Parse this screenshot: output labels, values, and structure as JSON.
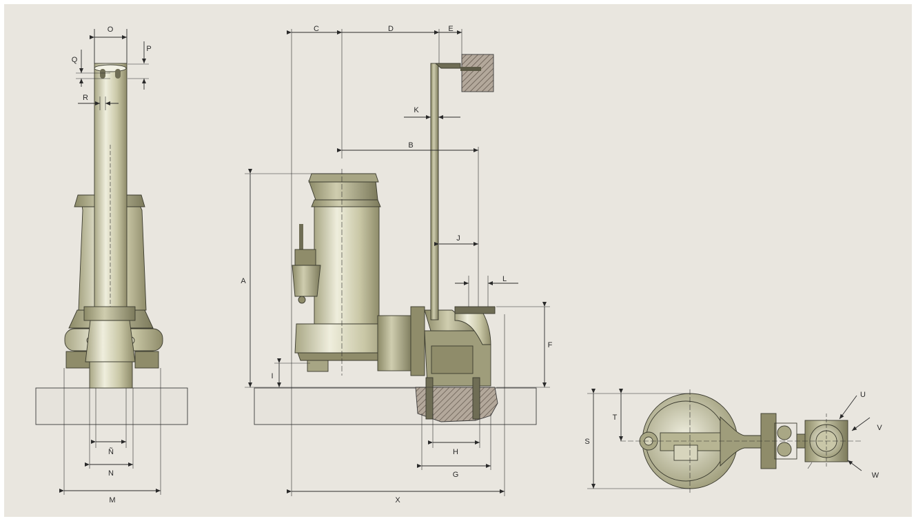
{
  "colors": {
    "background": "#e9e6df",
    "pump_body": "#c9c7a8",
    "pump_dark": "#8f8c6a",
    "rail": "#76775c",
    "concrete_hatch": "#8b7f74",
    "line": "#2a2a2a"
  },
  "labels": {
    "O": "O",
    "P": "P",
    "Q": "Q",
    "R": "R",
    "N_tilde": "Ñ",
    "N": "N",
    "M": "M",
    "C": "C",
    "D": "D",
    "E": "E",
    "K": "K",
    "B": "B",
    "A": "A",
    "J": "J",
    "L": "L",
    "F": "F",
    "I": "I",
    "H": "H",
    "G": "G",
    "X": "X",
    "S": "S",
    "T": "T",
    "U": "U",
    "V": "V",
    "W": "W"
  }
}
